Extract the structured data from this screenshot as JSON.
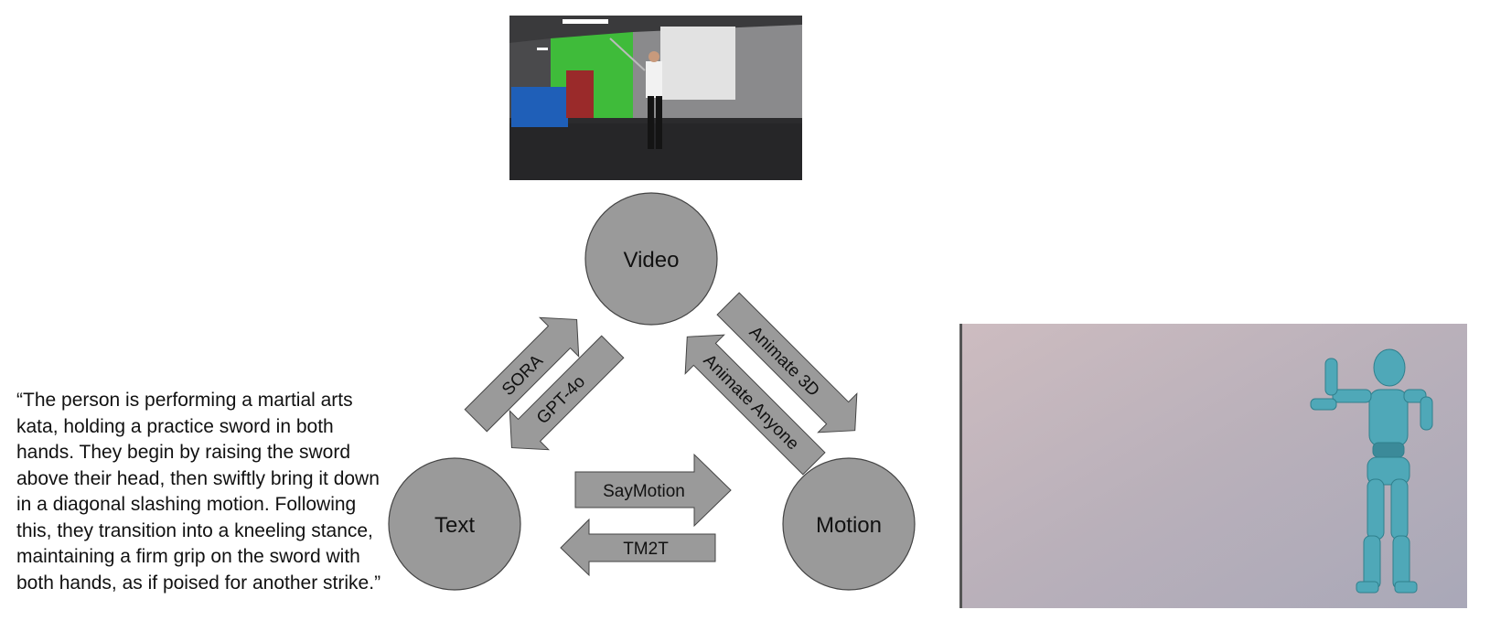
{
  "nodes": {
    "video": "Video",
    "text": "Text",
    "motion": "Motion"
  },
  "arrows": {
    "sora": "SORA",
    "gpt4o": "GPT-4o",
    "animate3d": "Animate 3D",
    "animate_anyone": "Animate Anyone",
    "saymotion": "SayMotion",
    "tm2t": "TM2T"
  },
  "description": "“The person is performing a martial arts kata, holding a practice sword in both hands. They begin by raising the sword above their head, then swiftly bring it down in a diagonal slashing motion. Following this, they transition into a kneeling stance, maintaining a firm grip on the sword with both hands, as if poised for another strike.”",
  "colors": {
    "node_fill": "#9a9a9a",
    "arrow_fill": "#9a9a9a",
    "stroke": "#444444",
    "figure": "#4fa8b8"
  }
}
